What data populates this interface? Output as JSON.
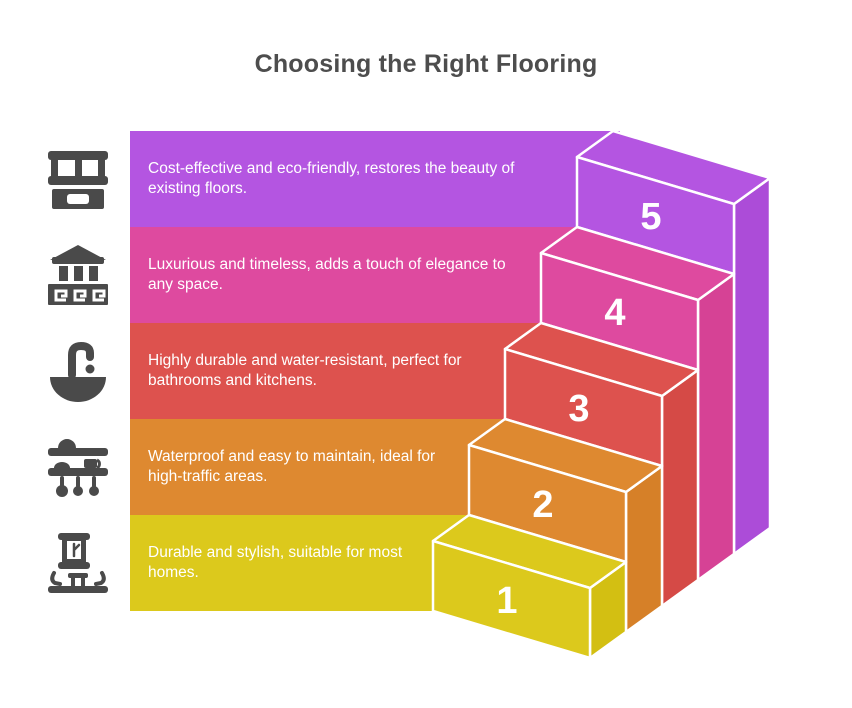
{
  "title": "Choosing the Right Flooring",
  "colors": {
    "background": "#ffffff",
    "title_text": "#4d4d4d",
    "icon": "#4a4a4a",
    "band_text": "#ffffff",
    "outline": "#ffffff"
  },
  "steps": [
    {
      "number": "1",
      "label": "Durable and stylish, suitable for most homes.",
      "color": "#dcc91c",
      "side_color": "#d3bf12",
      "icon": "table-mirror-furniture-icon"
    },
    {
      "number": "2",
      "label": "Waterproof and easy to maintain, ideal for high-traffic areas.",
      "color": "#de8930",
      "side_color": "#d68028",
      "icon": "kitchen-shelf-icon"
    },
    {
      "number": "3",
      "label": "Highly durable and water-resistant, perfect for bathrooms and kitchens.",
      "color": "#dd524e",
      "side_color": "#d54a46",
      "icon": "sink-faucet-icon"
    },
    {
      "number": "4",
      "label": "Luxurious and timeless, adds a touch of elegance to any space.",
      "color": "#de4a9f",
      "side_color": "#d64295",
      "icon": "temple-marble-icon"
    },
    {
      "number": "5",
      "label": "Cost-effective and eco-friendly, restores the beauty of existing floors.",
      "color": "#b455e1",
      "side_color": "#ac4cd8",
      "icon": "window-planter-icon"
    }
  ]
}
